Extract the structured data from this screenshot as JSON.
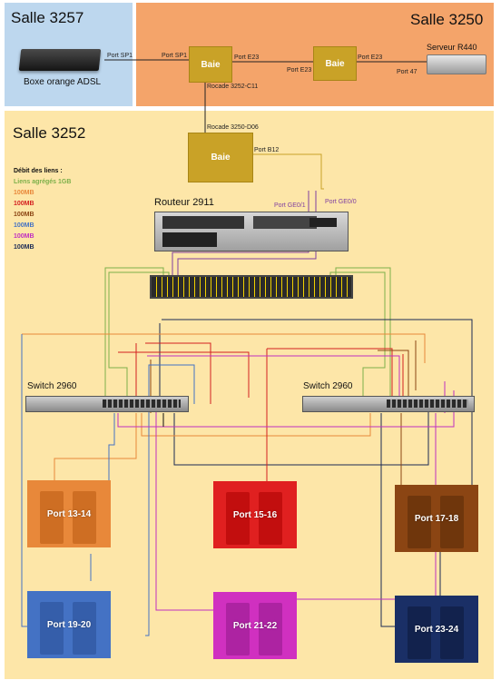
{
  "rooms": {
    "r3257": "Salle 3257",
    "r3250": "Salle 3250",
    "r3252": "Salle 3252"
  },
  "devices": {
    "adsl": "Boxe orange ADSL",
    "server": "Serveur R440",
    "router": "Routeur 2911",
    "switch_left": "Switch 2960",
    "switch_right": "Switch 2960"
  },
  "baies": {
    "b1": "Baie",
    "b2": "Baie",
    "b3": "Baie"
  },
  "ports": {
    "sp1_left": "Port SP1",
    "sp1_right": "Port SP1",
    "e23_a": "Port E23",
    "e23_b": "Port E23",
    "e23_c": "Port E23",
    "p47": "Port 47",
    "rocade_c11": "Rocade 3252-C11",
    "rocade_d06": "Rocade 3250-D06",
    "b12": "Port B12",
    "ge01": "Port GE0/1",
    "ge00": "Port GE0/0"
  },
  "legend": {
    "title": "Débit des liens :",
    "items": [
      {
        "text": "Liens agrégés 1GB",
        "color": "#7db04a"
      },
      {
        "text": "100MB",
        "color": "#e8883a"
      },
      {
        "text": "100MB",
        "color": "#d42020"
      },
      {
        "text": "100MB",
        "color": "#8b4513"
      },
      {
        "text": "100MB",
        "color": "#4472c4"
      },
      {
        "text": "100MB",
        "color": "#c030c0"
      },
      {
        "text": "100MB",
        "color": "#1a2a55"
      }
    ]
  },
  "workstations": [
    {
      "label": "Port 13-14",
      "color": "#e8883a"
    },
    {
      "label": "Port 15-16",
      "color": "#e02020"
    },
    {
      "label": "Port 17-18",
      "color": "#8b4513"
    },
    {
      "label": "Port 19-20",
      "color": "#4472c4"
    },
    {
      "label": "Port 21-22",
      "color": "#d030c0"
    },
    {
      "label": "Port 23-24",
      "color": "#1a2f66"
    }
  ]
}
